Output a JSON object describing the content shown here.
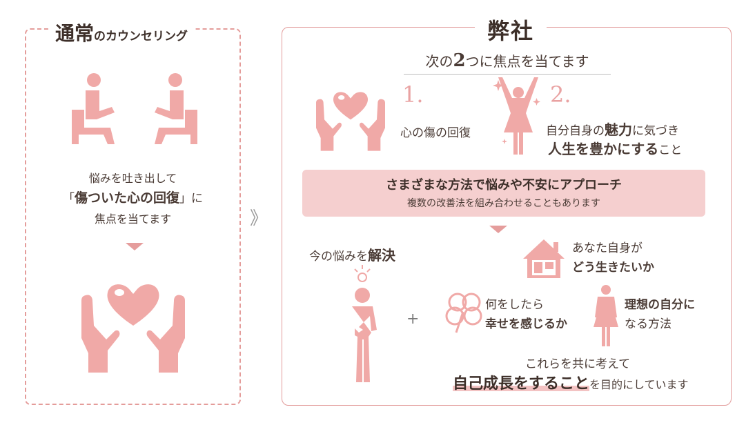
{
  "left": {
    "title_main": "通常",
    "title_sub": "のカウンセリング",
    "desc_line1": "悩みを吐き出して",
    "desc_line2_open": "「",
    "desc_line2_bold": "傷ついた心の回復",
    "desc_line2_close": "」に",
    "desc_line3": "焦点を当てます"
  },
  "arrow": "》",
  "right": {
    "title": "弊社",
    "subtitle_pre": "次の",
    "subtitle_num": "2",
    "subtitle_post": "つに焦点を当てます",
    "point1_num": "1.",
    "point1_text": "心の傷の回復",
    "point2_num": "2.",
    "point2_line1_pre": "自分自身の",
    "point2_line1_bold": "魅力",
    "point2_line1_post": "に気づき",
    "point2_line2_bold": "人生を豊かにする",
    "point2_line2_post": "こと",
    "banner_line1": "さまざまな方法で悩みや不安にアプローチ",
    "banner_line2": "複数の改善法を組み合わせることもあります",
    "solve_pre": "今の悩みを",
    "solve_bold": "解決",
    "plus": "+",
    "house_line1": "あなた自身が",
    "house_line2": "どう生きたいか",
    "clover_line1": "何をしたら",
    "clover_line2": "幸せを感じるか",
    "ideal_line1": "理想の自分に",
    "ideal_line2": "なる方法",
    "closing_line1": "これらを共に考えて",
    "closing_bold": "自己成長をすること",
    "closing_post": "を目的にしています"
  },
  "colors": {
    "accent": "#e9a2a2",
    "accent_dark": "#e49c9a",
    "text": "#4a3b35",
    "banner": "#f5cfcf"
  }
}
